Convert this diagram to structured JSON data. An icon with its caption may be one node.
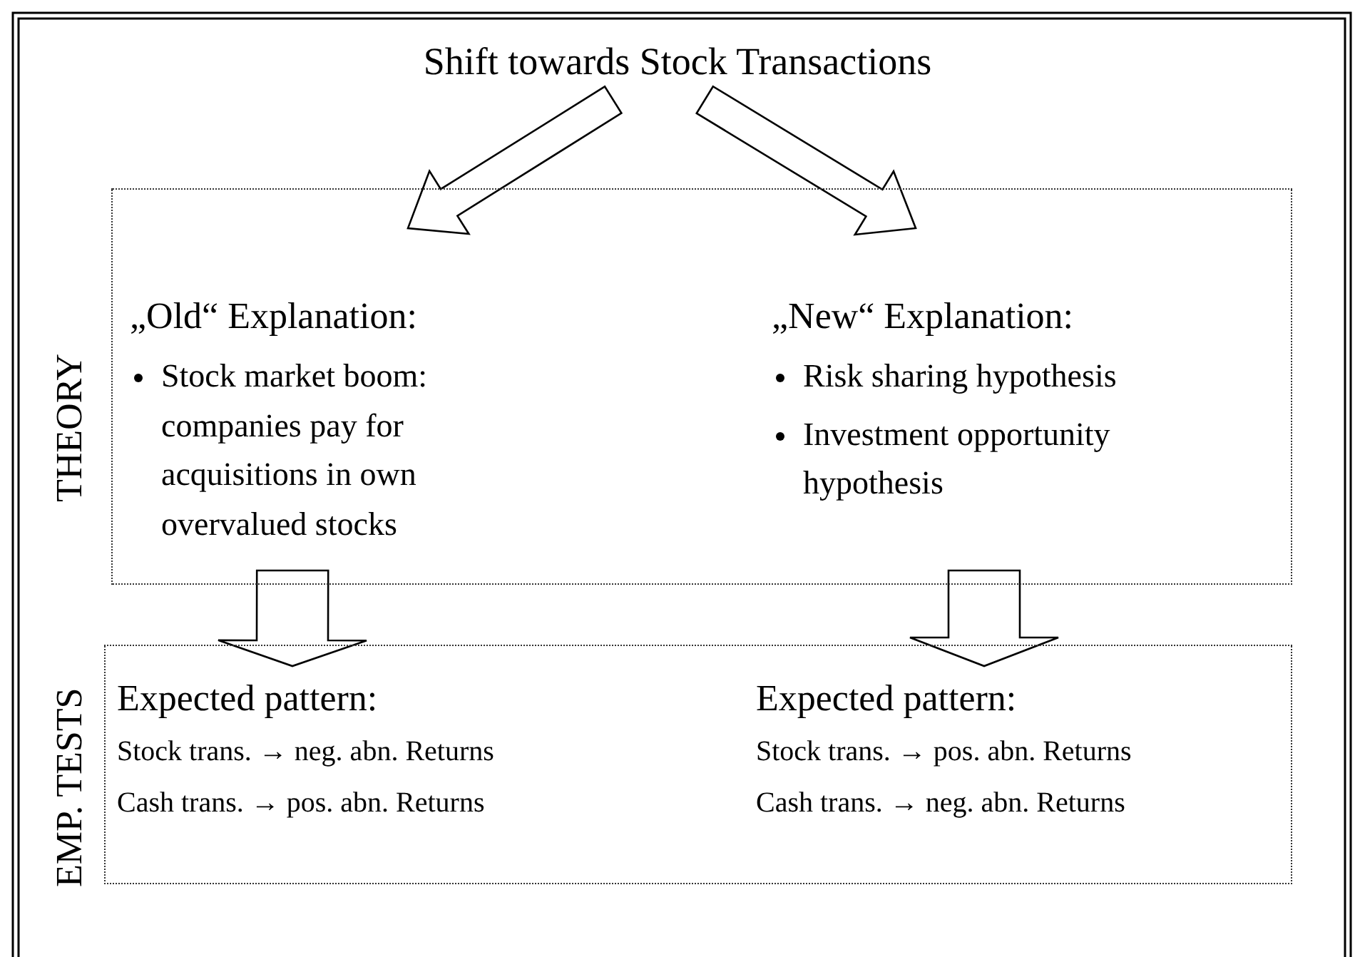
{
  "diagram": {
    "nodes": [
      {
        "text": [
          "Shift towards Stock Transactions"
        ]
      },
      {
        "text": [],
        "shape": "box",
        "beside": [
          "THEORY"
        ]
      },
      {
        "text": [
          "„Old“ Explanation:",
          "Stock market boom: companies pay for acquisitions in own overvalued stocks"
        ],
        "in": 1
      },
      {
        "text": [
          "„New“ Explanation:",
          "Risk sharing hypothesis",
          "Investment opportunity hypothesis"
        ],
        "in": 1
      },
      {
        "text": [],
        "shape": "box",
        "beside": [
          "EMP. TESTS"
        ]
      },
      {
        "text": [
          "Expected pattern:",
          "Stock trans. → neg. abn. Returns",
          "Cash trans. → pos. abn. Returns"
        ],
        "in": 4
      },
      {
        "text": [
          "Expected pattern:",
          "Stock trans. → pos. abn. Returns",
          "Cash trans. → neg. abn. Returns"
        ],
        "in": 4
      }
    ],
    "edges": [
      {
        "from": 0,
        "to": 2,
        "arrow": "to"
      },
      {
        "from": 0,
        "to": 3,
        "arrow": "to"
      },
      {
        "from": 2,
        "to": 5,
        "arrow": "to"
      },
      {
        "from": 3,
        "to": 6,
        "arrow": "to"
      }
    ]
  }
}
